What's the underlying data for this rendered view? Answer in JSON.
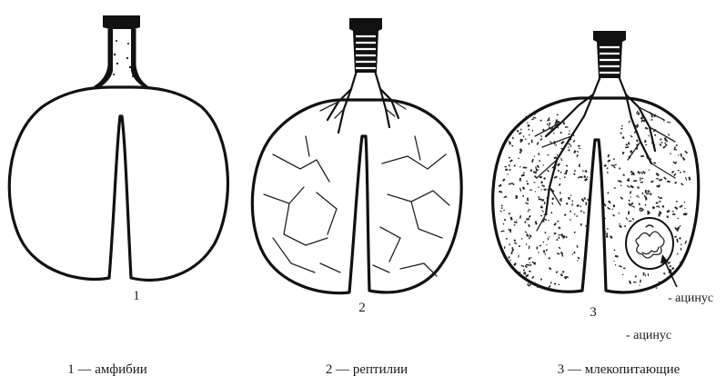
{
  "figures": [
    {
      "number": "1",
      "caption": "1 — амфибии"
    },
    {
      "number": "2",
      "caption": "2 — рептилии"
    },
    {
      "number": "3",
      "caption": "3 — млекопитающие"
    }
  ],
  "annotations": {
    "acinus_pointer": "- ацинус",
    "acinus_footnote": "- ацинус"
  }
}
